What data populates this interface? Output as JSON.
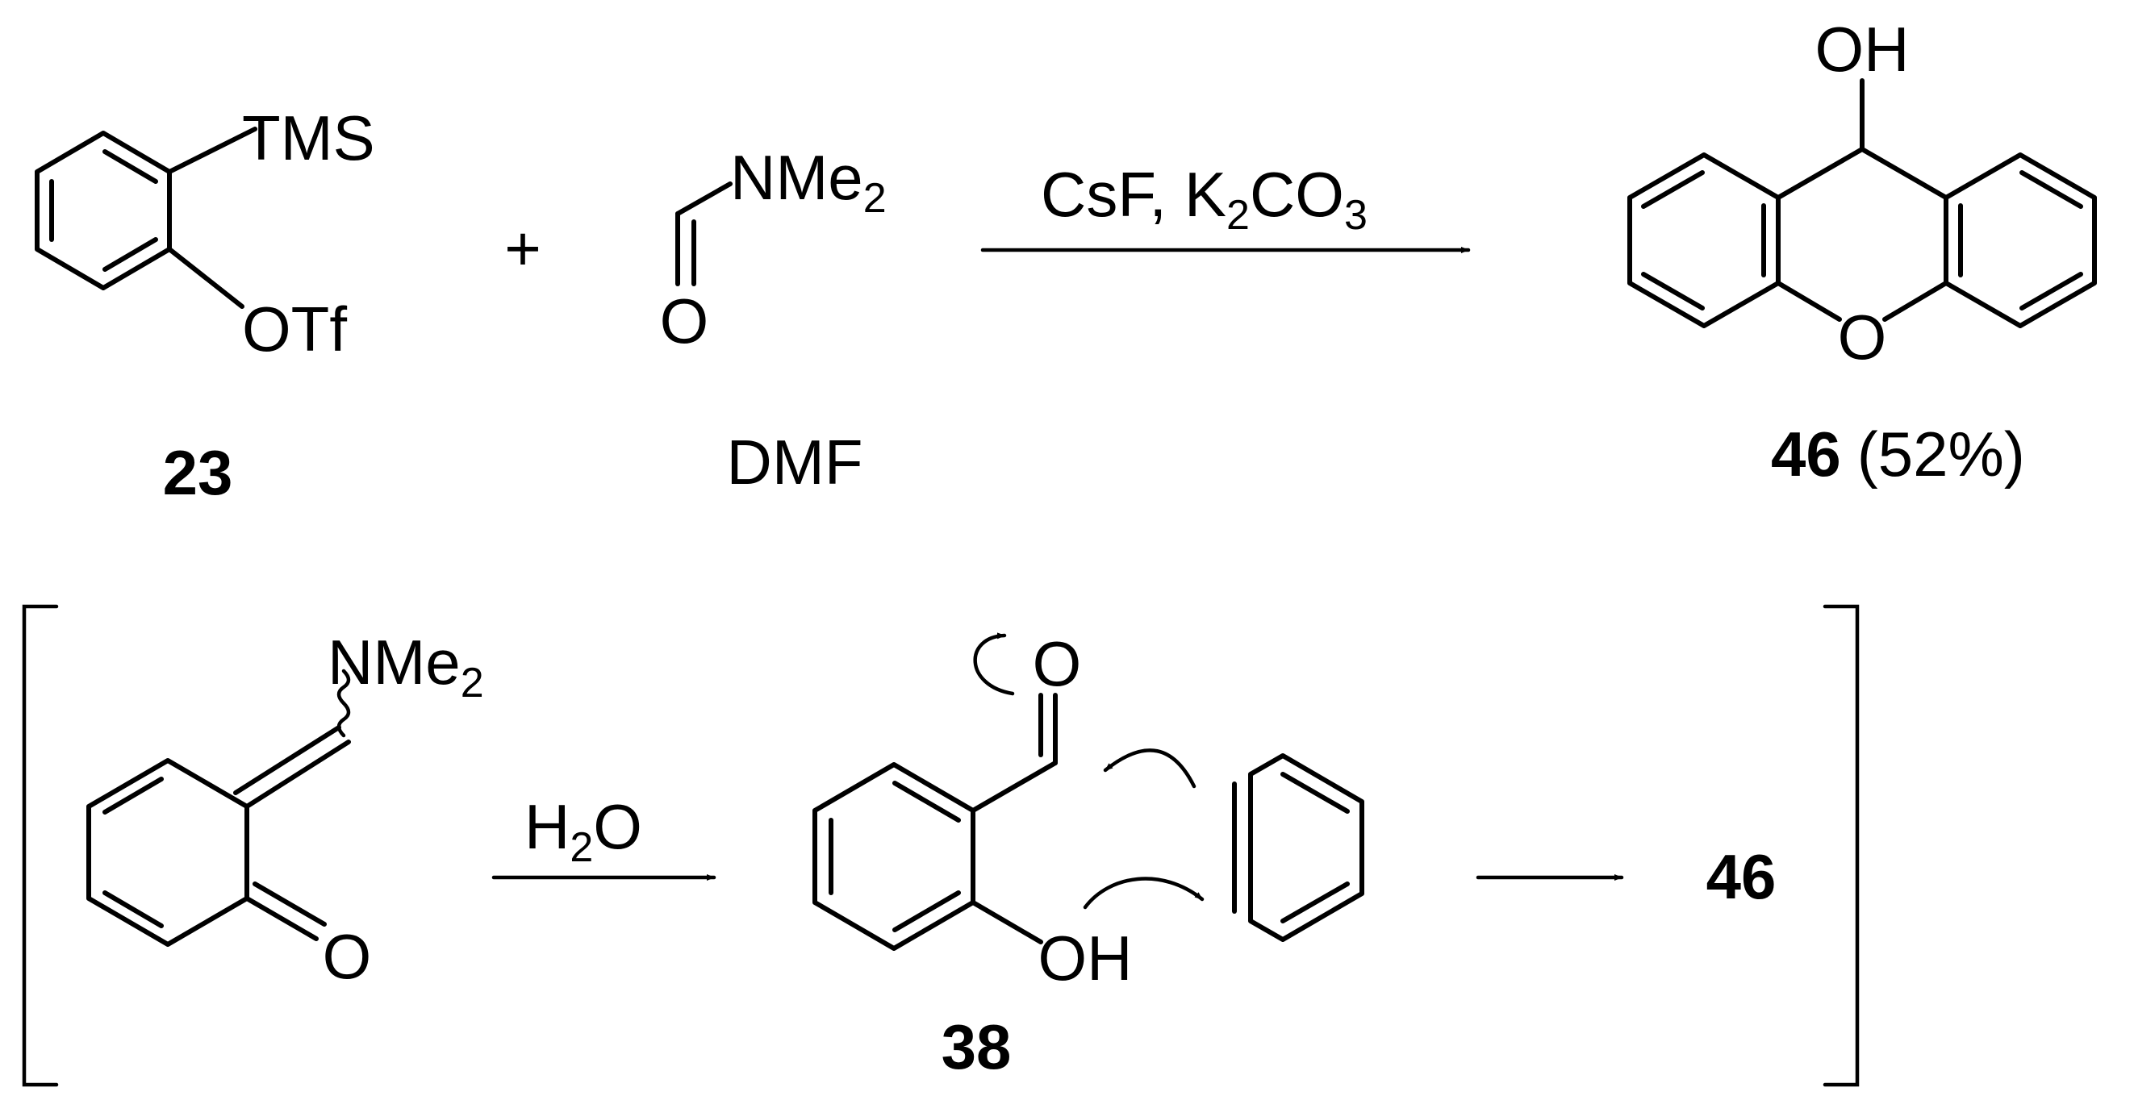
{
  "reaction": {
    "reagent_23": {
      "substituent_top": "TMS",
      "substituent_bottom": "OTf",
      "compound_number": "23"
    },
    "plus_sign": "+",
    "dmf": {
      "amine": "NMe",
      "amine_subscript": "2",
      "carbonyl_o": "O",
      "name": "DMF"
    },
    "conditions": {
      "reagent_1": "CsF,",
      "reagent_2_k": "K",
      "reagent_2_k_sub": "2",
      "reagent_2_co": "CO",
      "reagent_2_o_sub": "3"
    },
    "product": {
      "hydroxyl": "OH",
      "ring_o": "O",
      "compound_number": "46",
      "yield": "(52%)"
    }
  },
  "mechanism": {
    "intermediate": {
      "amine": "NMe",
      "amine_subscript": "2",
      "ketone_o": "O"
    },
    "step1_reagent_h": "H",
    "step1_reagent_sub": "2",
    "step1_reagent_o": "O",
    "salicylaldehyde": {
      "aldehyde_o": "O",
      "hydroxyl": "OH",
      "compound_number": "38"
    },
    "final_product_number": "46"
  }
}
